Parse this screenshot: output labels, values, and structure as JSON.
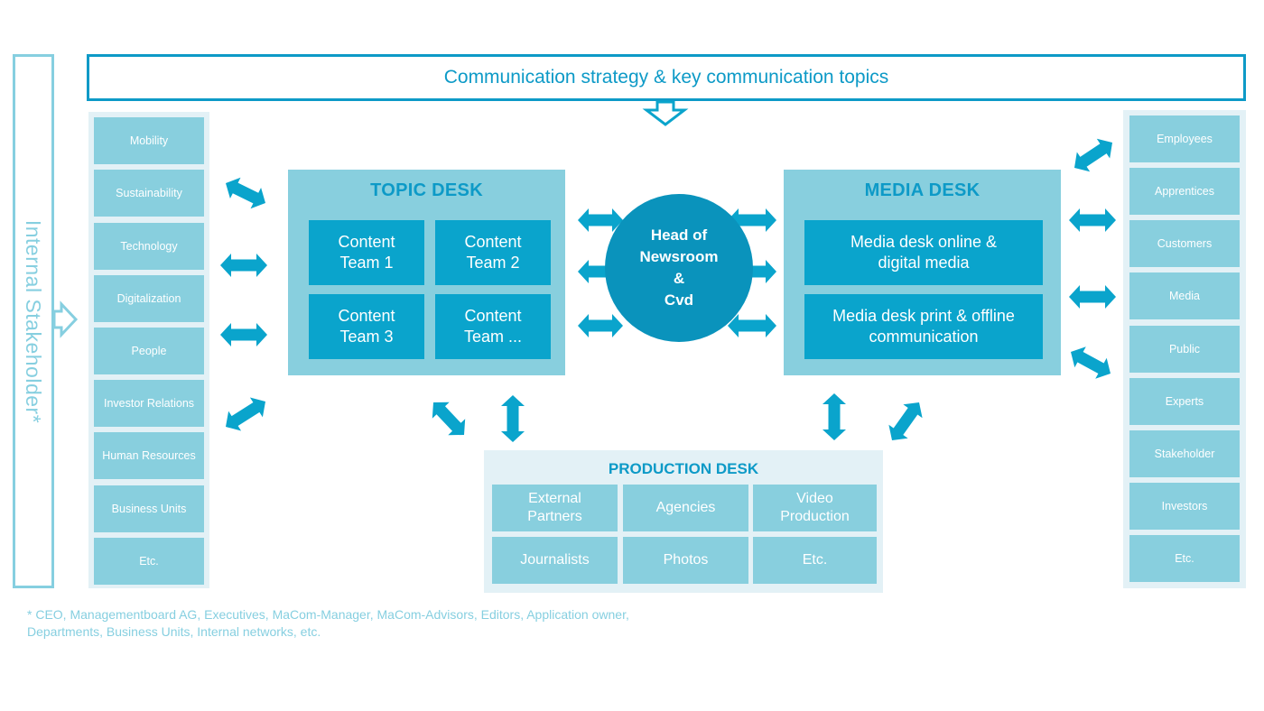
{
  "internal_stakeholder": {
    "label": "Internal Stakeholder*"
  },
  "strategy": {
    "title": "Communication strategy & key communication topics"
  },
  "topics": [
    "Mobility",
    "Sustainability",
    "Technology",
    "Digitalization",
    "People",
    "Investor Relations",
    "Human Resources",
    "Business Units",
    "Etc."
  ],
  "topic_desk": {
    "title": "TOPIC DESK",
    "teams": [
      "Content\nTeam 1",
      "Content\nTeam 2",
      "Content\nTeam 3",
      "Content\nTeam ..."
    ]
  },
  "hub": {
    "label": "Head of\nNewsroom\n&\nCvd"
  },
  "media_desk": {
    "title": "MEDIA DESK",
    "boxes": [
      "Media desk online &\ndigital media",
      "Media desk print & offline\ncommunication"
    ]
  },
  "production_desk": {
    "title": "PRODUCTION DESK",
    "boxes": [
      "External\nPartners",
      "Agencies",
      "Video\nProduction",
      "Journalists",
      "Photos",
      "Etc."
    ]
  },
  "audiences": [
    "Employees",
    "Apprentices",
    "Customers",
    "Media",
    "Public",
    "Experts",
    "Stakeholder",
    "Investors",
    "Etc."
  ],
  "footnote": "* CEO, Managementboard AG, Executives, MaCom-Manager, MaCom-Advisors, Editors, Application owner, Departments, Business Units, Internal networks, etc.",
  "colors": {
    "dark": "#0aa4cc",
    "hub": "#0a93bc",
    "light": "#88cfde",
    "panel": "#e3f1f6",
    "accent": "#0d9ac7",
    "outline": "#86cfe0"
  }
}
